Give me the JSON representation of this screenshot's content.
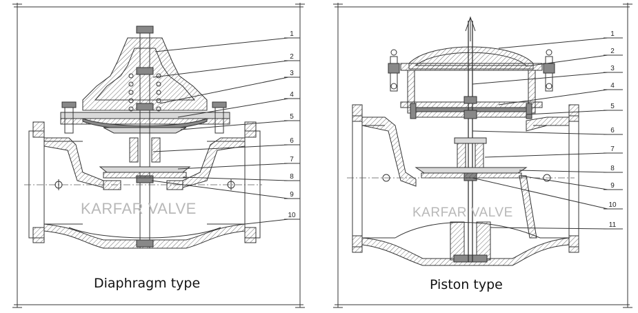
{
  "left_panel": {
    "caption": "Diaphragm type",
    "watermark": "KARFAR VALVE",
    "callouts": [
      "1",
      "2",
      "3",
      "4",
      "5",
      "6",
      "7",
      "8",
      "9",
      "10"
    ]
  },
  "right_panel": {
    "caption": "Piston type",
    "watermark": "KARFAR VALVE",
    "callouts": [
      "1",
      "2",
      "3",
      "4",
      "5",
      "6",
      "7",
      "8",
      "9",
      "10",
      "11"
    ]
  }
}
